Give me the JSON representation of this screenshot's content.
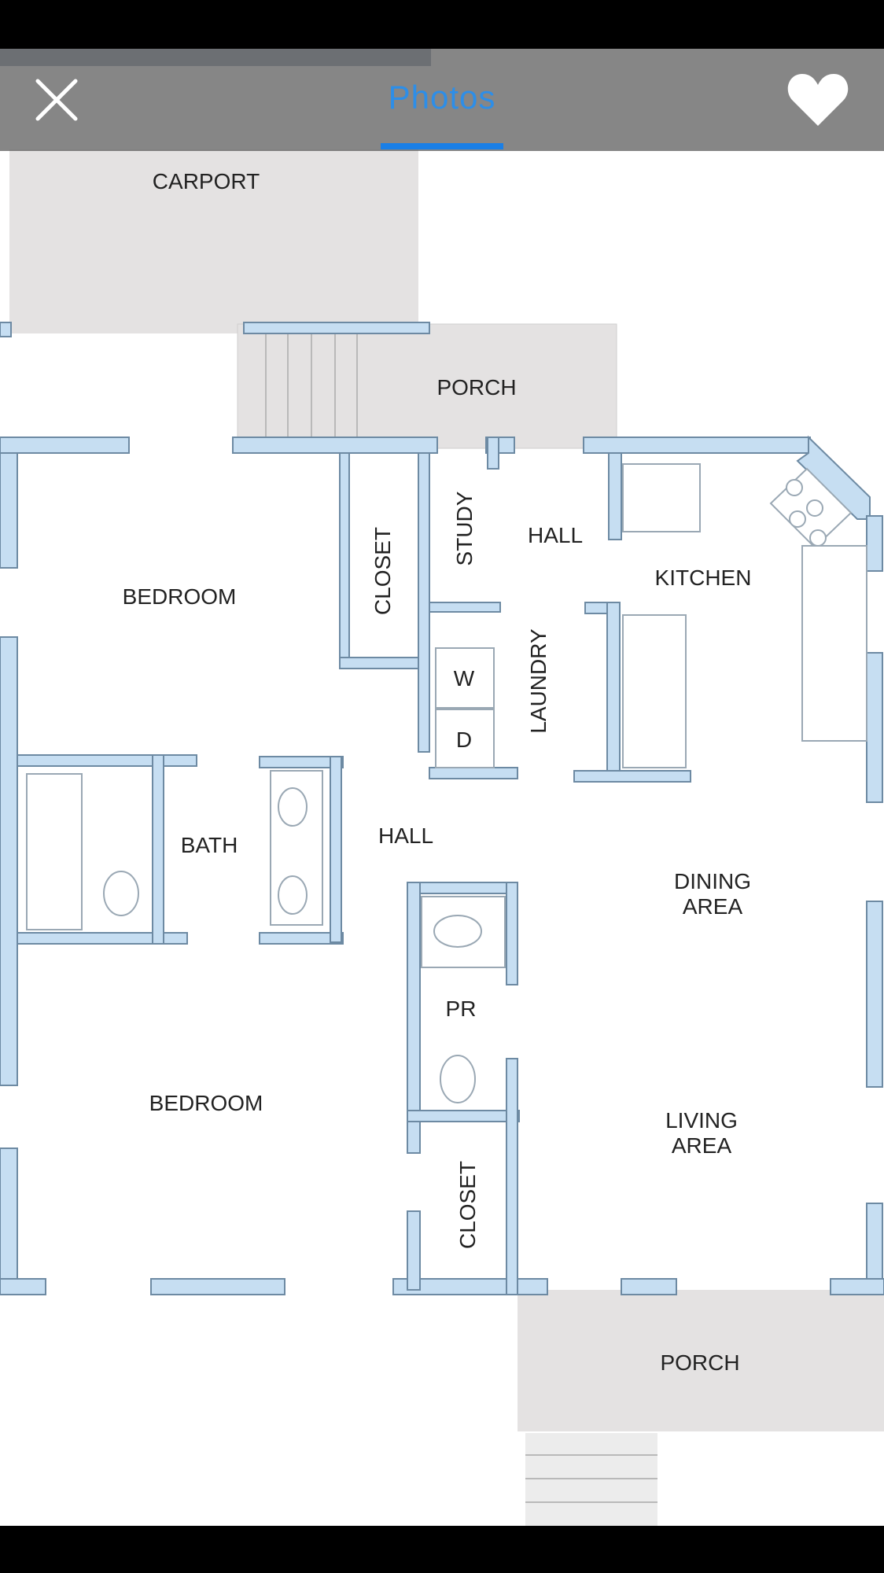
{
  "nav": {
    "title": "Photos",
    "close_icon": "close-icon",
    "favorite_icon": "heart-icon"
  },
  "floorplan": {
    "rooms": {
      "carport": "CARPORT",
      "porch_top": "PORCH",
      "bedroom_top": "BEDROOM",
      "closet_top": "CLOSET",
      "study": "STUDY",
      "hall_top": "HALL",
      "kitchen": "KITCHEN",
      "washer": "W",
      "dryer": "D",
      "laundry": "LAUNDRY",
      "bath": "BATH",
      "hall_mid": "HALL",
      "dining_line1": "DINING",
      "dining_line2": "AREA",
      "powder_room": "PR",
      "bedroom_bottom": "BEDROOM",
      "living_line1": "LIVING",
      "living_line2": "AREA",
      "closet_bottom": "CLOSET",
      "porch_bottom": "PORCH"
    },
    "colors": {
      "wall": "#c6def2",
      "wall_edge": "#6d8aa3",
      "exterior": "#e4e2e2",
      "accent": "#1a7fe6"
    }
  }
}
